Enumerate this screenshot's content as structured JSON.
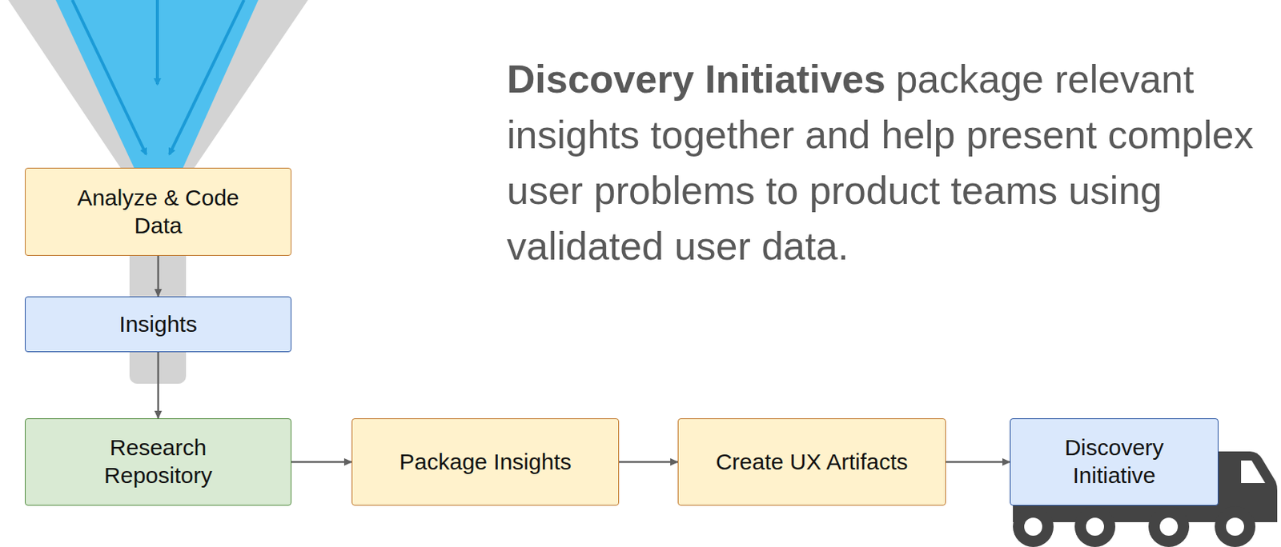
{
  "diagram": {
    "nodes": [
      {
        "text": [
          "Analyze & Code Data"
        ]
      },
      {
        "text": [
          "Insights"
        ]
      },
      {
        "text": [
          "Research Repository"
        ]
      },
      {
        "text": [
          "Package Insights"
        ]
      },
      {
        "text": [
          "Create UX Artifacts"
        ]
      },
      {
        "text": [
          "Discovery Initiative"
        ]
      }
    ],
    "edges": [
      {
        "from": 0,
        "to": 1,
        "arrow": "to"
      },
      {
        "from": 1,
        "to": 2,
        "arrow": "to"
      },
      {
        "from": 2,
        "to": 3,
        "arrow": "to"
      },
      {
        "from": 3,
        "to": 4,
        "arrow": "to"
      },
      {
        "from": 4,
        "to": 5,
        "arrow": "to"
      }
    ],
    "labels": [
      "Discovery Initiatives",
      "package relevant insights together and help present complex user problems to product teams using validated user data."
    ]
  }
}
